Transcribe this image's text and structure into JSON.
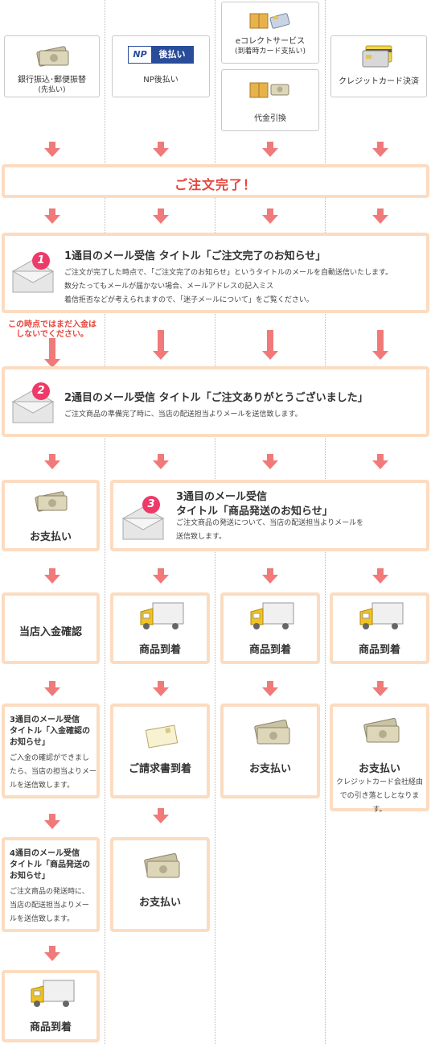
{
  "payment_methods": {
    "bank": "銀行振込･郵便振替",
    "bank_note": "(先払い)",
    "np_logo": "後払い",
    "np_logo_prefix": "NP",
    "np": "NP後払い",
    "ecollect": "eコレクトサービス",
    "ecollect_note": "(到着時カード支払い)",
    "cod": "代金引換",
    "credit": "クレジットカード決済"
  },
  "order_complete": "ご注文完了！",
  "mail1": {
    "badge": "1",
    "title": "1通目のメール受信 タイトル「ご注文完了のお知らせ」",
    "line1": "ご注文が完了した時点で、「ご注文完了のお知らせ」というタイトルのメールを自動送信いたします。",
    "line2": "数分たってもメールが届かない場合、メールアドレスの記入ミス",
    "line3": "着信拒否などが考えられますので、「迷子メールについて」をご覧ください。"
  },
  "note_no_payment": {
    "line1": "この時点ではまだ入金は",
    "line2": "しないでください。"
  },
  "mail2": {
    "badge": "2",
    "title": "2通目のメール受信 タイトル「ご注文ありがとうございました」",
    "desc": "ご注文商品の準備完了時に、当店の配送担当よりメールを送信致します。"
  },
  "mail3": {
    "badge": "3",
    "title_line1": "3通目のメール受信",
    "title_line2": "タイトル「商品発送のお知らせ」",
    "desc_line1": "ご注文商品の発送について、当店の配送担当よりメールを",
    "desc_line2": "送信致します。"
  },
  "steps": {
    "payment": "お支払い",
    "confirm_payment": "当店入金確認",
    "arrival": "商品到着",
    "invoice_arrival": "ご請求書到着",
    "credit_note_line1": "クレジットカード会社経由",
    "credit_note_line2": "での引き落としとなります。"
  },
  "bank_mail3": {
    "head_line1": "3通目のメール受信",
    "head_line2": "タイトル「入金確認の",
    "head_line3": "お知らせ」",
    "desc_line1": "ご入金の確認ができまし",
    "desc_line2": "たら、当店の担当よりメー",
    "desc_line3": "ルを送信致します。"
  },
  "bank_mail4": {
    "head_line1": "4通目のメール受信",
    "head_line2": "タイトル「商品発送の",
    "head_line3": "お知らせ」",
    "desc_line1": "ご注文商品の発送時に、",
    "desc_line2": "当店の配送担当よりメー",
    "desc_line3": "ルを送信致します。"
  },
  "colors": {
    "accent_red": "#e8443a",
    "arrow_pink": "#f07a7a",
    "box_border": "#fbdcc1",
    "badge_pink": "#ee3a68"
  }
}
